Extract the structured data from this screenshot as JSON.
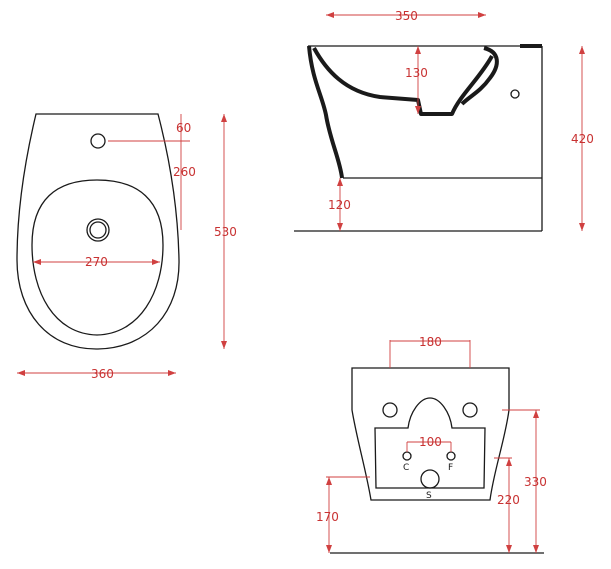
{
  "colors": {
    "outline": "#1a1a1a",
    "dimension": "#d04040",
    "dimension_text": "#c83232"
  },
  "top_view": {
    "dims": {
      "tap_offset": "60",
      "bowl_to_tap": "260",
      "depth": "530",
      "inner_width": "270",
      "width": "360"
    }
  },
  "side_view": {
    "dims": {
      "length": "350",
      "bowl_depth": "130",
      "height": "420",
      "base_height": "120"
    }
  },
  "rear_view": {
    "dims": {
      "fixing_spacing": "180",
      "supply_spacing": "100",
      "outer_height": "330",
      "drain_height": "220",
      "floor_height": "170"
    },
    "labels": {
      "cold": "C",
      "hot": "F",
      "drain": "S"
    }
  }
}
